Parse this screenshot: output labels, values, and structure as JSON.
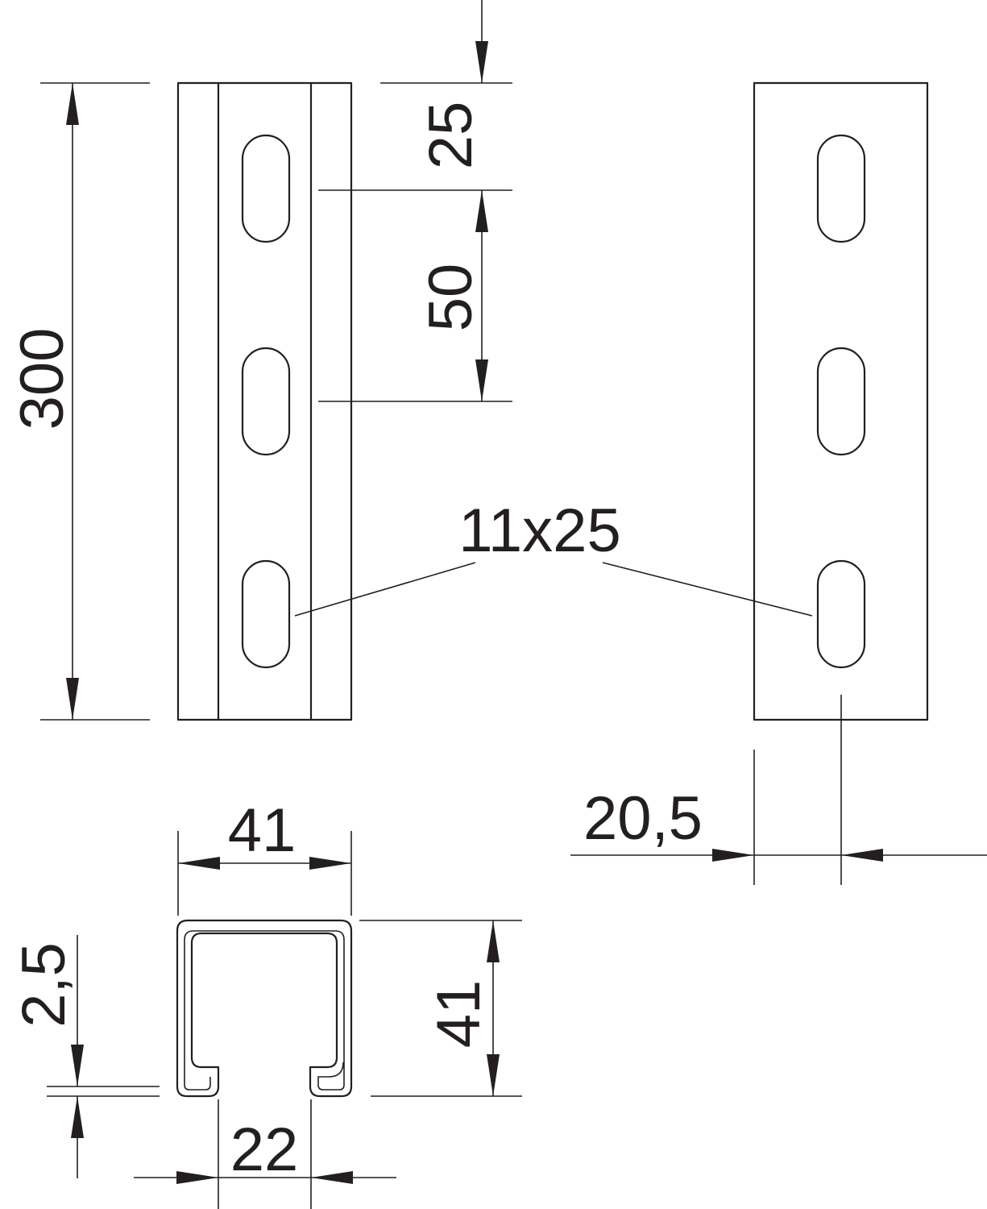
{
  "drawing": {
    "dimensions": {
      "total_length": "300",
      "first_slot_offset": "25",
      "slot_pitch": "50",
      "slot_size": "11x25",
      "side_slot_offset": "20,5",
      "profile_width": "41",
      "profile_height": "41",
      "wall_thickness": "2,5",
      "slot_opening": "22"
    }
  }
}
